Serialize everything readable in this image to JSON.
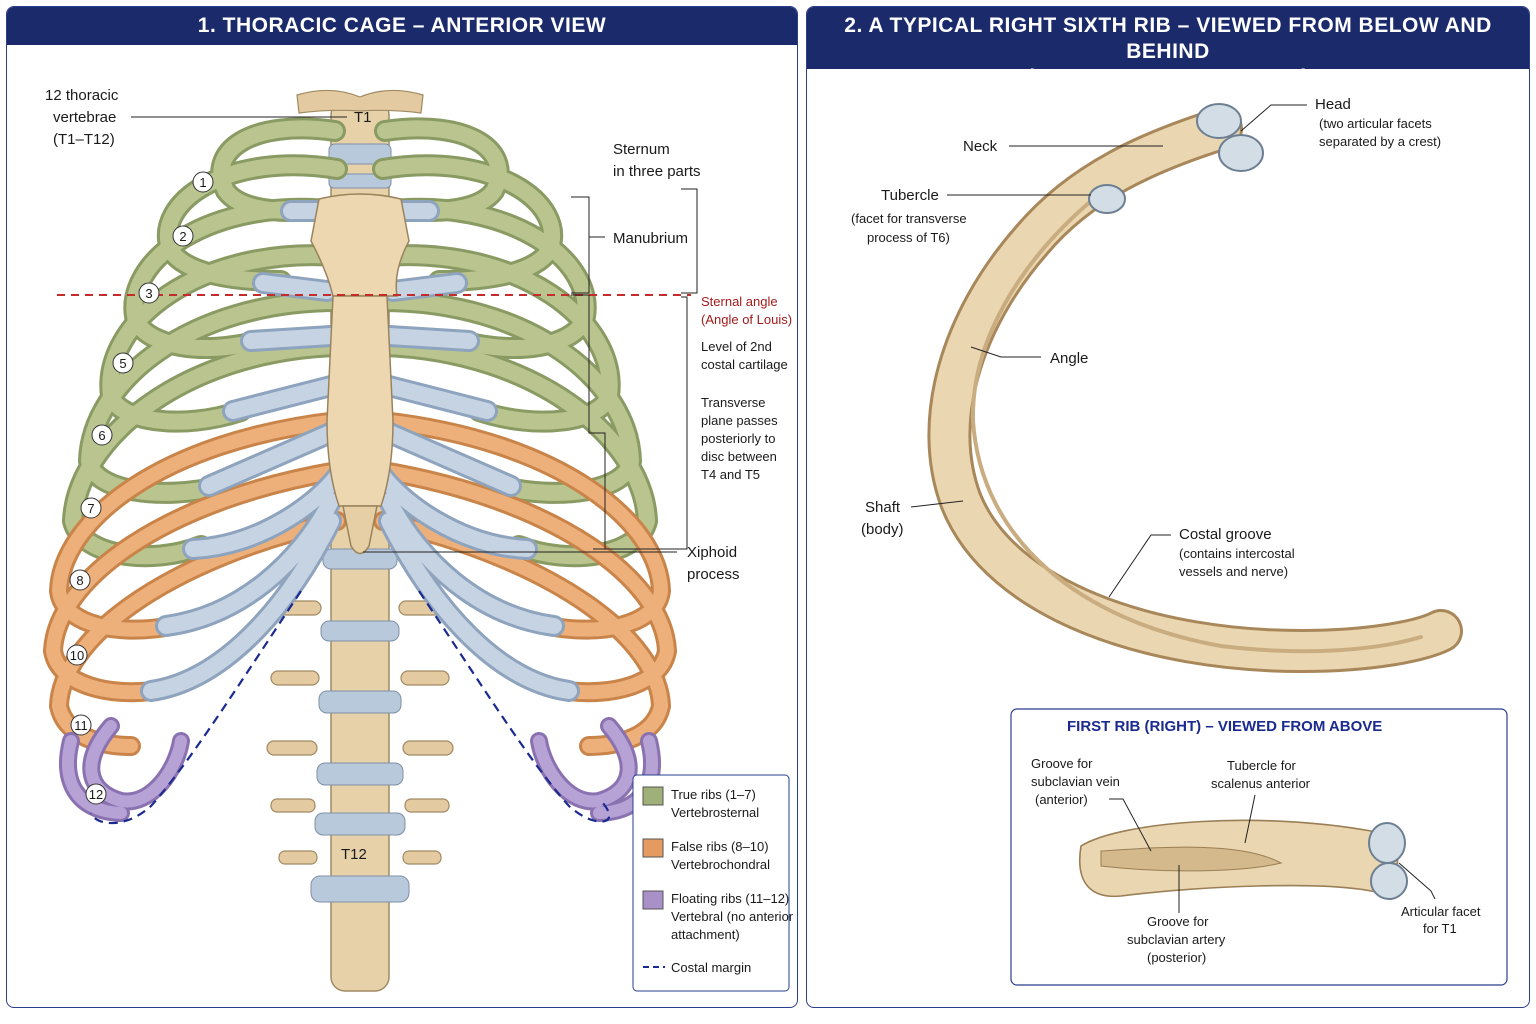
{
  "panel1": {
    "title": "1. THORACIC CAGE – ANTERIOR VIEW",
    "labels": {
      "vertebrae": [
        "12 thoracic",
        "vertebrae",
        "(T1–T12)"
      ],
      "t1": "T1",
      "t12": "T12",
      "sternum": [
        "Sternum",
        "in three parts"
      ],
      "manubrium": "Manubrium",
      "sternal_angle": [
        "Sternal angle",
        "(Angle of Louis)"
      ],
      "level": [
        "Level of 2nd",
        "costal cartilage"
      ],
      "transverse": [
        "Transverse",
        "plane passes",
        "posteriorly to",
        "disc between",
        "T4 and T5"
      ],
      "xiphoid": [
        "Xiphoid",
        "process"
      ]
    },
    "rib_numbers": [
      "1",
      "2",
      "3",
      "5",
      "6",
      "7",
      "8",
      "10",
      "11",
      "12"
    ],
    "legend": [
      {
        "line1": "True ribs (1–7)",
        "line2": "Vertebrosternal",
        "color": "#9fb078"
      },
      {
        "line1": "False ribs (8–10)",
        "line2": "Vertebrochondral",
        "color": "#e59a60"
      },
      {
        "line1": "Floating ribs (11–12)",
        "line2": "Vertebral (no anterior",
        "line3": "attachment)",
        "color": "#a990c8"
      },
      {
        "line1": "Costal margin",
        "style": "dashed",
        "color": "#1b2a8f"
      }
    ]
  },
  "panel2": {
    "title": [
      "2. A TYPICAL RIGHT SIXTH RIB – VIEWED FROM BELOW AND BEHIND",
      "(INNER SURFACE SHOWN)"
    ],
    "labels": {
      "head": "Head",
      "head_note": [
        "(two articular facets",
        "separated by a crest)"
      ],
      "neck": "Neck",
      "tubercle": "Tubercle",
      "tubercle_note": [
        "(facet for transverse",
        "process of T6)"
      ],
      "angle": "Angle",
      "shaft": [
        "Shaft",
        "(body)"
      ],
      "costal_groove": "Costal groove",
      "costal_groove_note": [
        "(contains intercostal",
        "vessels and nerve)"
      ]
    },
    "inset": {
      "title": "FIRST RIB (RIGHT) – VIEWED FROM ABOVE",
      "groove_vein": [
        "Groove for",
        "subclavian vein",
        "(anterior)"
      ],
      "tubercle": [
        "Tubercle for",
        "scalenus anterior"
      ],
      "groove_artery": [
        "Groove for",
        "subclavian artery",
        "(posterior)"
      ],
      "facet": [
        "Articular facet",
        "for T1"
      ]
    }
  },
  "colors": {
    "true_rib": "#b5c08b",
    "false_rib": "#e8a66b",
    "floating_rib": "#a58fc6",
    "cartilage": "#c9d6e6",
    "bone": "#e8d3ad",
    "header": "#1b2a6b",
    "sternal_angle_line": "#c42b2b",
    "costal_margin": "#1b2a8f"
  }
}
